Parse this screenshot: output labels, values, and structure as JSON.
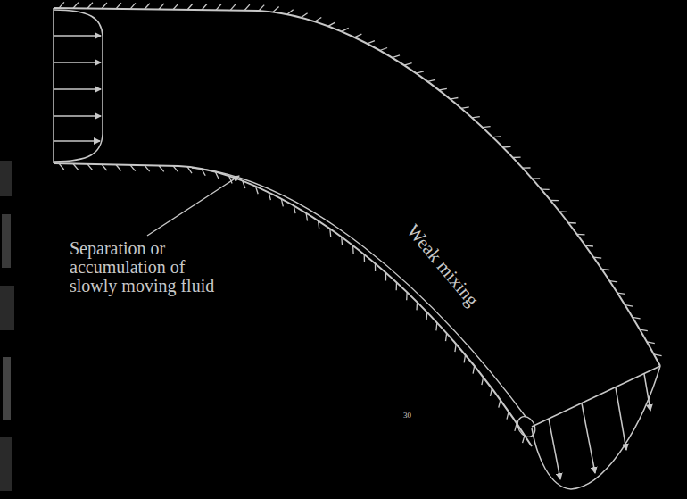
{
  "diagram": {
    "labels": [
      "Separation or accumulation of slowly moving fluid",
      "Weak mixing",
      "30"
    ]
  }
}
